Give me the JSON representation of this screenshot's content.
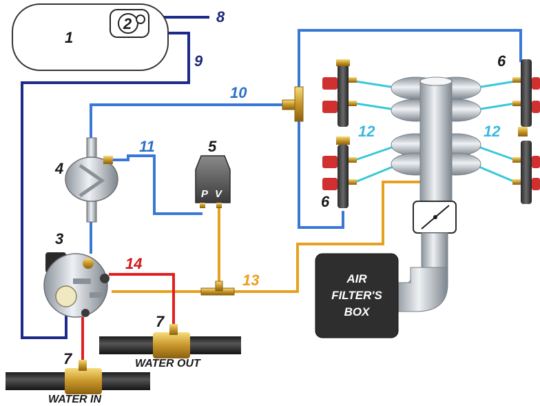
{
  "labels": {
    "tank": "1",
    "multivalve": "2",
    "reducer": "3",
    "filter": "4",
    "sensor": "5",
    "injectors_left": "6",
    "injectors_right": "6",
    "water_in_num": "7",
    "water_out_num": "7",
    "pipe_8": "8",
    "pipe_9": "9",
    "pipe_10": "10",
    "pipe_11": "11",
    "pipe_12_left": "12",
    "pipe_12_right": "12",
    "pipe_13": "13",
    "pipe_14": "14"
  },
  "sensor_ports": {
    "p": "P",
    "v": "V"
  },
  "air_filter_box": {
    "line1": "AIR",
    "line2": "FILTER'S",
    "line3": "BOX"
  },
  "water": {
    "in": "WATER IN",
    "out": "WATER OUT"
  },
  "colors": {
    "gas_pipe_dark": "#1c2a8a",
    "gas_pipe_blue": "#3a78d8",
    "hose_cyan": "#38c8d8",
    "vacuum_orange": "#e8a020",
    "water_red": "#e02020",
    "water_pipe": "#2e2e2e",
    "number_dark": "#1c2a7a",
    "number_blue": "#2c70c8",
    "number_orange": "#e8a020",
    "number_red": "#d01818"
  }
}
